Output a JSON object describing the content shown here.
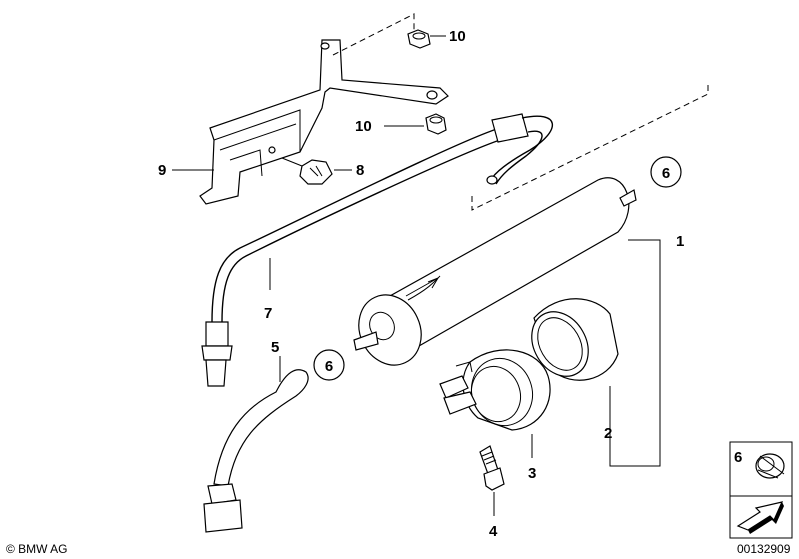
{
  "callouts": {
    "c1": "1",
    "c2": "2",
    "c3": "3",
    "c4": "4",
    "c5": "5",
    "c6a": "6",
    "c6b": "6",
    "c6c": "6",
    "c7": "7",
    "c8": "8",
    "c9": "9",
    "c10a": "10",
    "c10b": "10"
  },
  "footer": {
    "copyright": "© BMW AG",
    "diagram_number": "00132909"
  },
  "icons": {
    "arrow_box": "arrow-icon",
    "grommet": "grommet-icon"
  }
}
